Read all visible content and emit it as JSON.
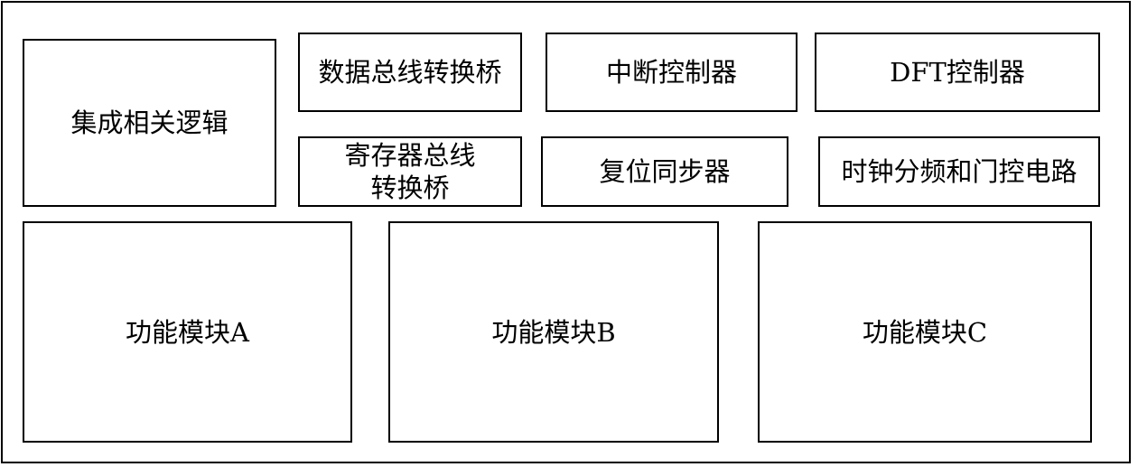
{
  "blocks": {
    "integration_logic": "集成相关逻辑",
    "data_bus_bridge": "数据总线转换桥",
    "interrupt_controller": "中断控制器",
    "dft_controller": "DFT控制器",
    "register_bus_bridge": [
      "寄存器总线",
      "转换桥"
    ],
    "reset_synchronizer": "复位同步器",
    "clock_divider_gating": "时钟分频和门控电路",
    "function_module_a": "功能模块A",
    "function_module_b": "功能模块B",
    "function_module_c": "功能模块C"
  }
}
